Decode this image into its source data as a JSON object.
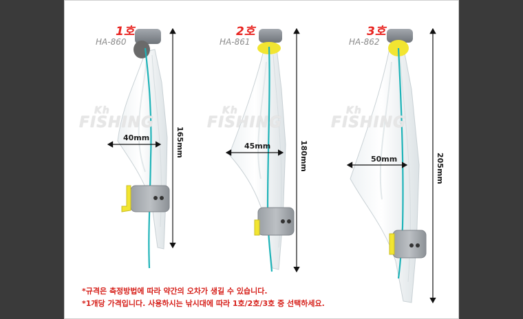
{
  "products": [
    {
      "size": "1호",
      "model": "HA-860",
      "width": "40mm",
      "height": "165mm"
    },
    {
      "size": "2호",
      "model": "HA-861",
      "width": "45mm",
      "height": "180mm"
    },
    {
      "size": "3호",
      "model": "HA-862",
      "width": "50mm",
      "height": "205mm"
    }
  ],
  "watermark": "FISHING",
  "watermark_brand": "Kh",
  "notes": [
    "*규격은 측정방법에 따라 약간의 오차가 생길 수 있습니다.",
    "*1개당 가격입니다. 사용하시는 낚시대에 따라 1호/2호/3호 중 선택하세요."
  ],
  "colors": {
    "accent_red": "#e8231f",
    "line_teal": "#1eb3b8",
    "clip_yellow": "#f2e531",
    "cap_gray": "#8d9299"
  }
}
